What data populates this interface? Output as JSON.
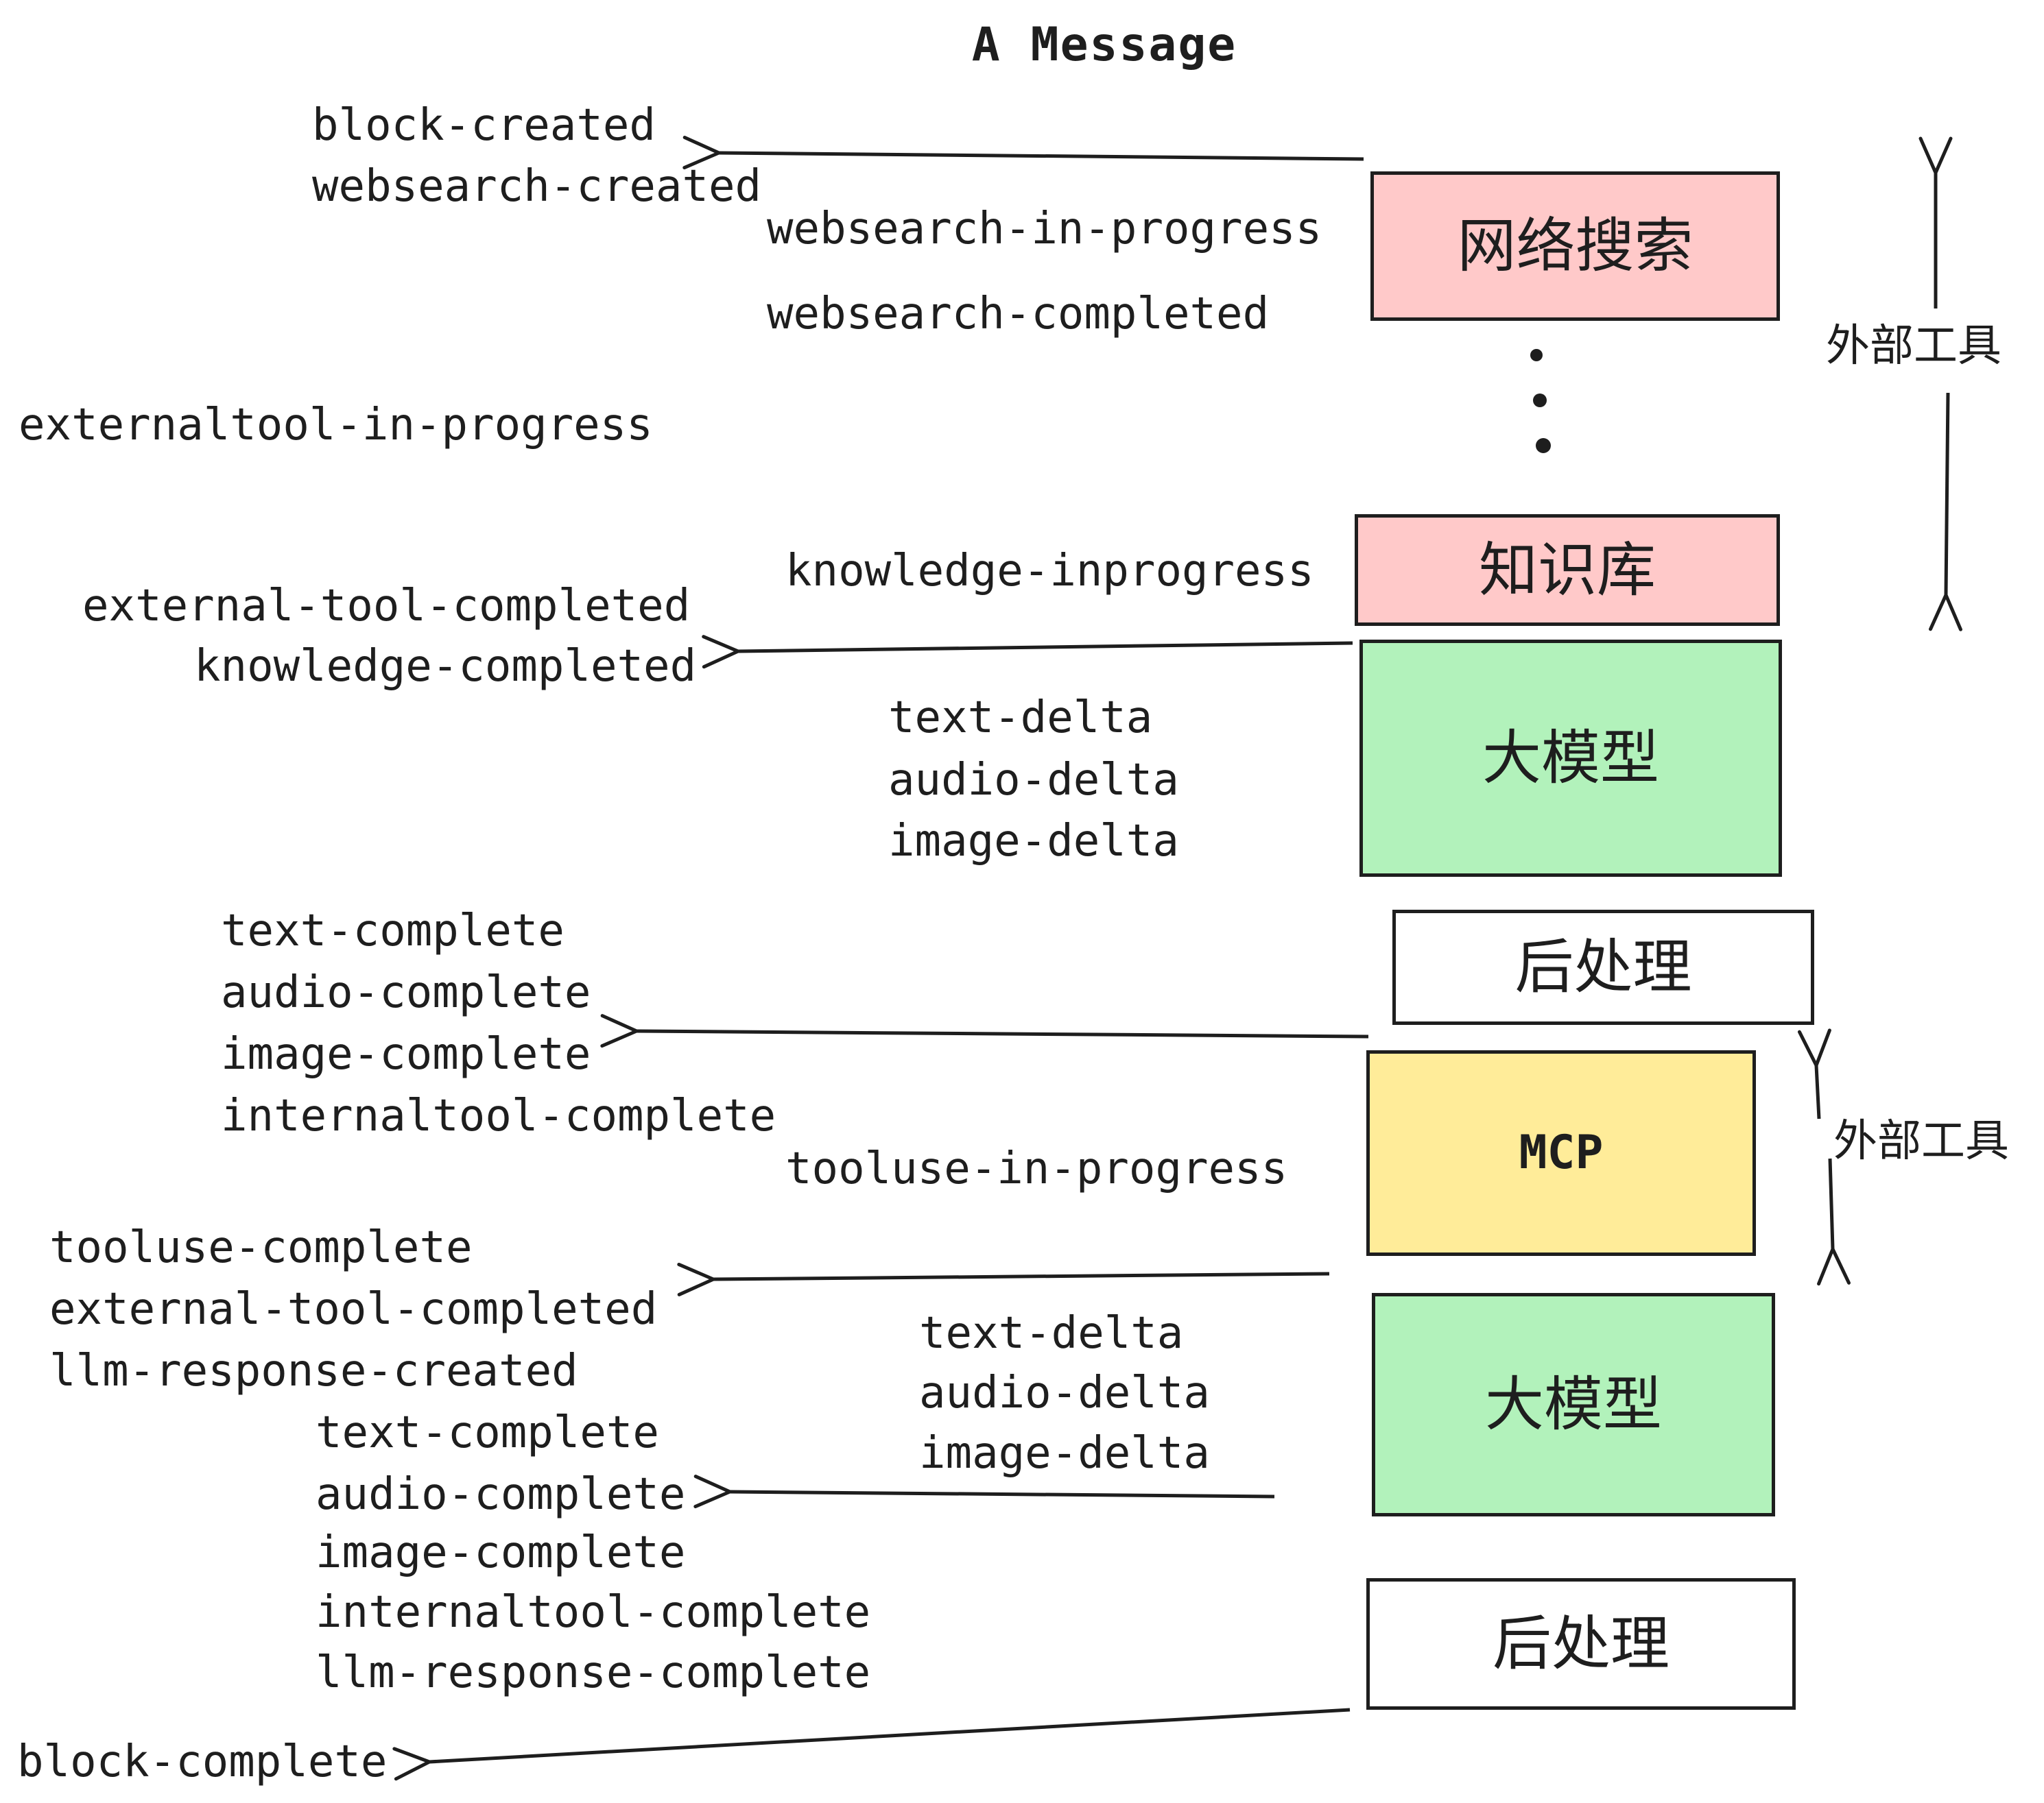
{
  "title": "A Message",
  "colors": {
    "pink": "#ffc9c9",
    "green": "#b2f2bb",
    "yellow": "#ffec99",
    "stroke": "#1e1e1e",
    "background": "#ffffff"
  },
  "boxes": {
    "websearch": "网络搜索",
    "knowledge": "知识库",
    "llm": "大模型",
    "post": "后处理",
    "mcp": "MCP"
  },
  "side_labels": {
    "external_tools": "外部工具"
  },
  "events": {
    "block_created": "block-created",
    "websearch_created": "websearch-created",
    "websearch_in_progress": "websearch-in-progress",
    "websearch_completed": "websearch-completed",
    "externaltool_in_progress": "externaltool-in-progress",
    "knowledge_inprogress": "knowledge-inprogress",
    "external_tool_completed": "external-tool-completed",
    "knowledge_completed": "knowledge-completed",
    "text_delta": "text-delta",
    "audio_delta": "audio-delta",
    "image_delta": "image-delta",
    "text_complete": "text-complete",
    "audio_complete": "audio-complete",
    "image_complete": "image-complete",
    "internaltool_complete": "internaltool-complete",
    "tooluse_in_progress": "tooluse-in-progress",
    "tooluse_complete": "tooluse-complete",
    "llm_response_created": "llm-response-created",
    "llm_response_complete": "llm-response-complete",
    "block_complete": "block-complete"
  }
}
